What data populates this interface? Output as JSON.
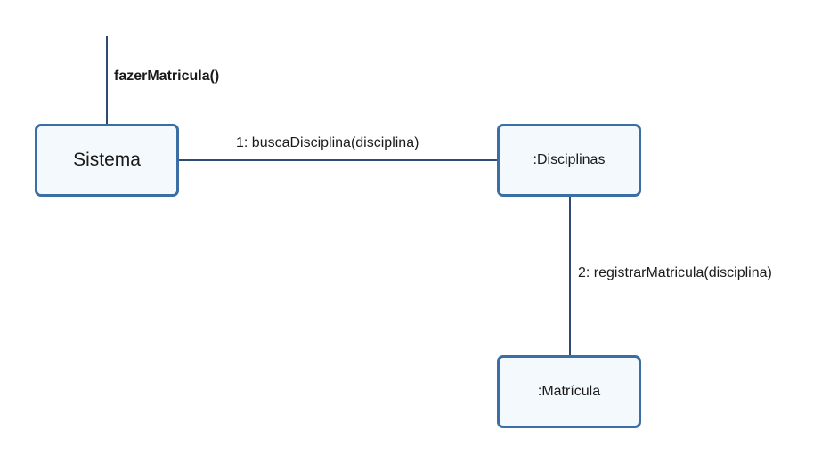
{
  "diagram": {
    "nodes": {
      "sistema": "Sistema",
      "disciplinas": ":Disciplinas",
      "matricula": ":Matrícula"
    },
    "messages": {
      "entry": "fazerMatricula()",
      "m1": "1: buscaDisciplina(disciplina)",
      "m2": "2: registrarMatricula(disciplina)"
    },
    "colors": {
      "node_border": "#3b6fa3",
      "node_fill": "#f4f9fd",
      "connector": "#2d4a73"
    }
  }
}
